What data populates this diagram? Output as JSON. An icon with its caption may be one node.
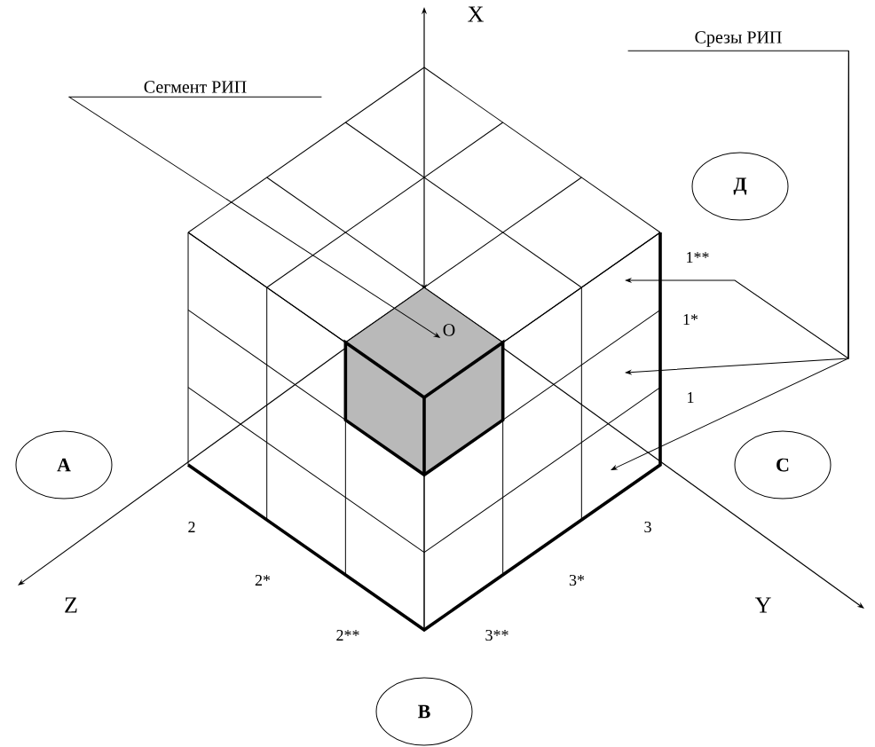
{
  "diagram": {
    "nodes": [
      {
        "text": [
          "Сегмент РИП"
        ]
      },
      {
        "text": [
          "O"
        ]
      },
      {
        "text": [
          "Срезы РИП"
        ]
      },
      {
        "text": [
          "Д"
        ]
      },
      {
        "text": [
          "А"
        ]
      },
      {
        "text": [
          "С"
        ]
      },
      {
        "text": [
          "В"
        ]
      }
    ],
    "edges": [
      {
        "from": 0,
        "to": 1,
        "arrow": "to"
      },
      {
        "from": 2,
        "to": null,
        "arrow": "to"
      },
      {
        "from": 2,
        "to": null,
        "arrow": "to"
      },
      {
        "from": 2,
        "to": null,
        "arrow": "to"
      }
    ],
    "labels": [
      "X",
      "1**",
      "1*",
      "1",
      "2",
      "3",
      "2*",
      "3*",
      "Z",
      "Y",
      "2**",
      "3**"
    ]
  }
}
